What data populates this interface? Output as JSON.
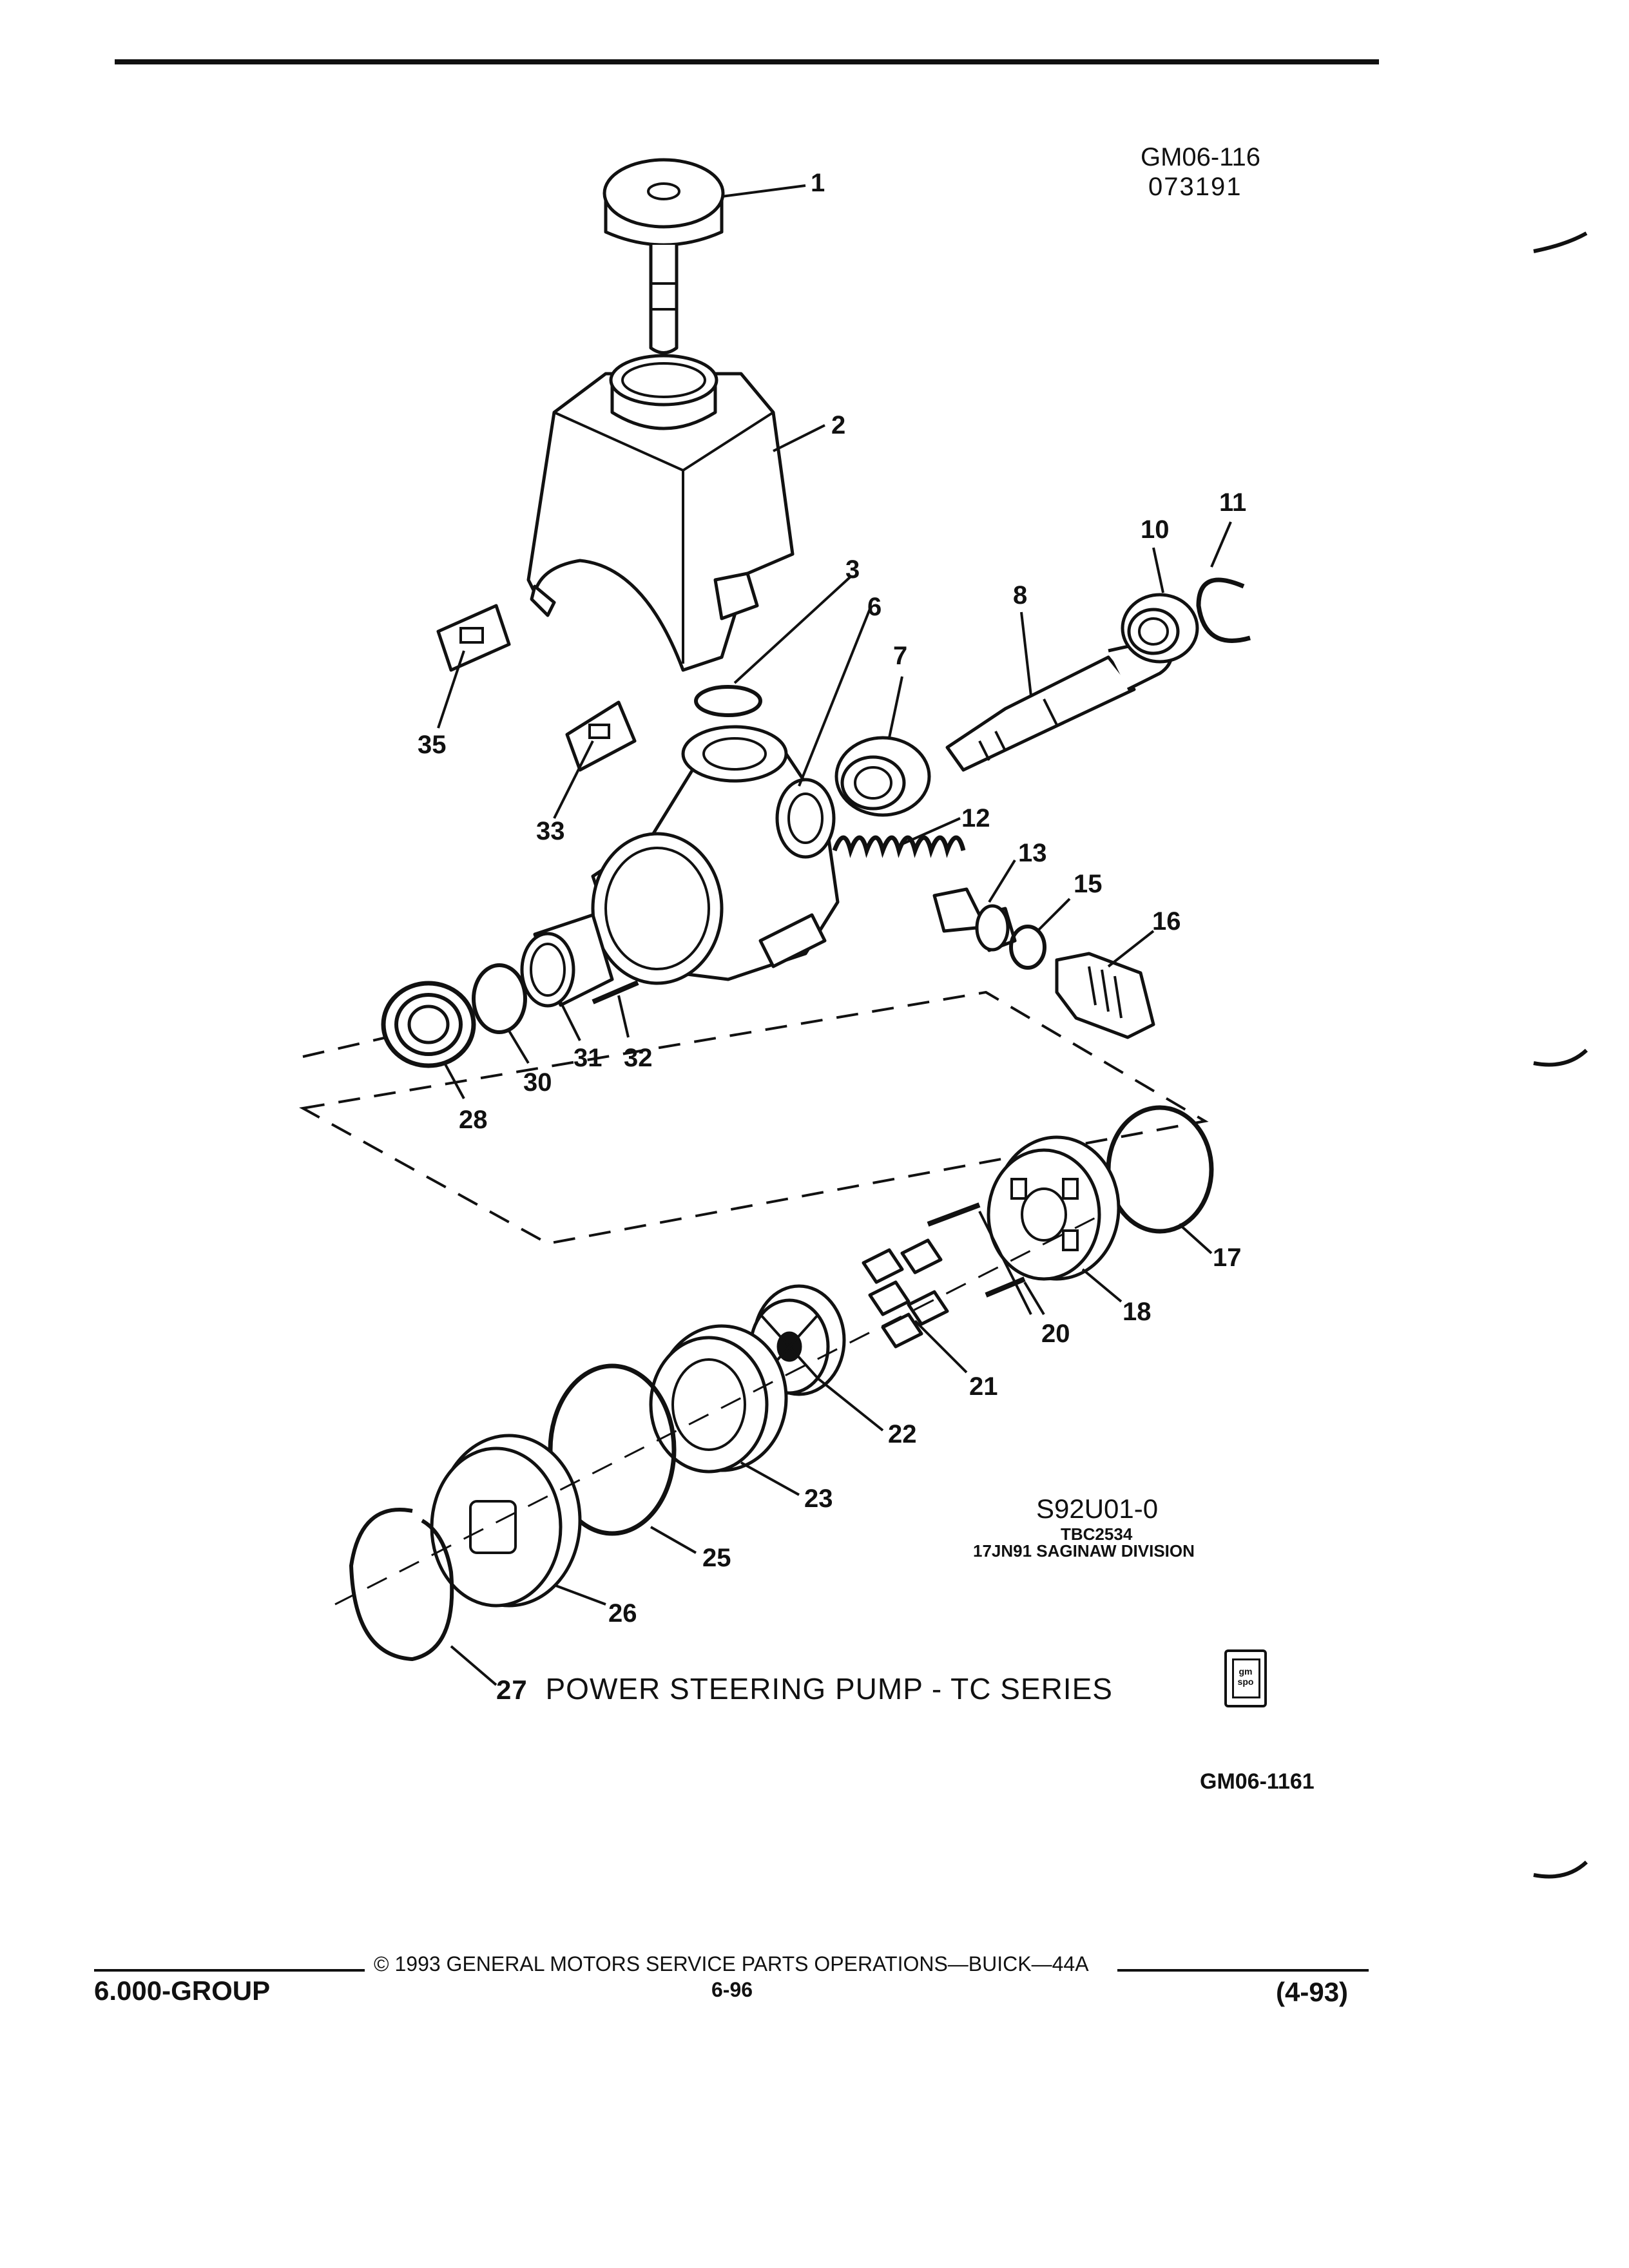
{
  "ids": {
    "top_code": "GM06-116",
    "top_date": "073191",
    "drawing_code": "S92U01-0",
    "tbc": "TBC2534",
    "division": "17JN91 SAGINAW DIVISION",
    "figure_code": "GM06-1161"
  },
  "caption": "POWER STEERING PUMP - TC SERIES",
  "callouts": [
    "1",
    "2",
    "3",
    "6",
    "7",
    "8",
    "10",
    "11",
    "12",
    "13",
    "15",
    "16",
    "17",
    "18",
    "20",
    "21",
    "22",
    "23",
    "25",
    "26",
    "27",
    "28",
    "30",
    "31",
    "32",
    "33",
    "35"
  ],
  "logo": {
    "text": "gm spo"
  },
  "footer": {
    "group": "6.000-GROUP",
    "copyright": "© 1993 GENERAL MOTORS SERVICE PARTS OPERATIONS—BUICK—44A",
    "page": "6-96",
    "revision": "(4-93)"
  }
}
